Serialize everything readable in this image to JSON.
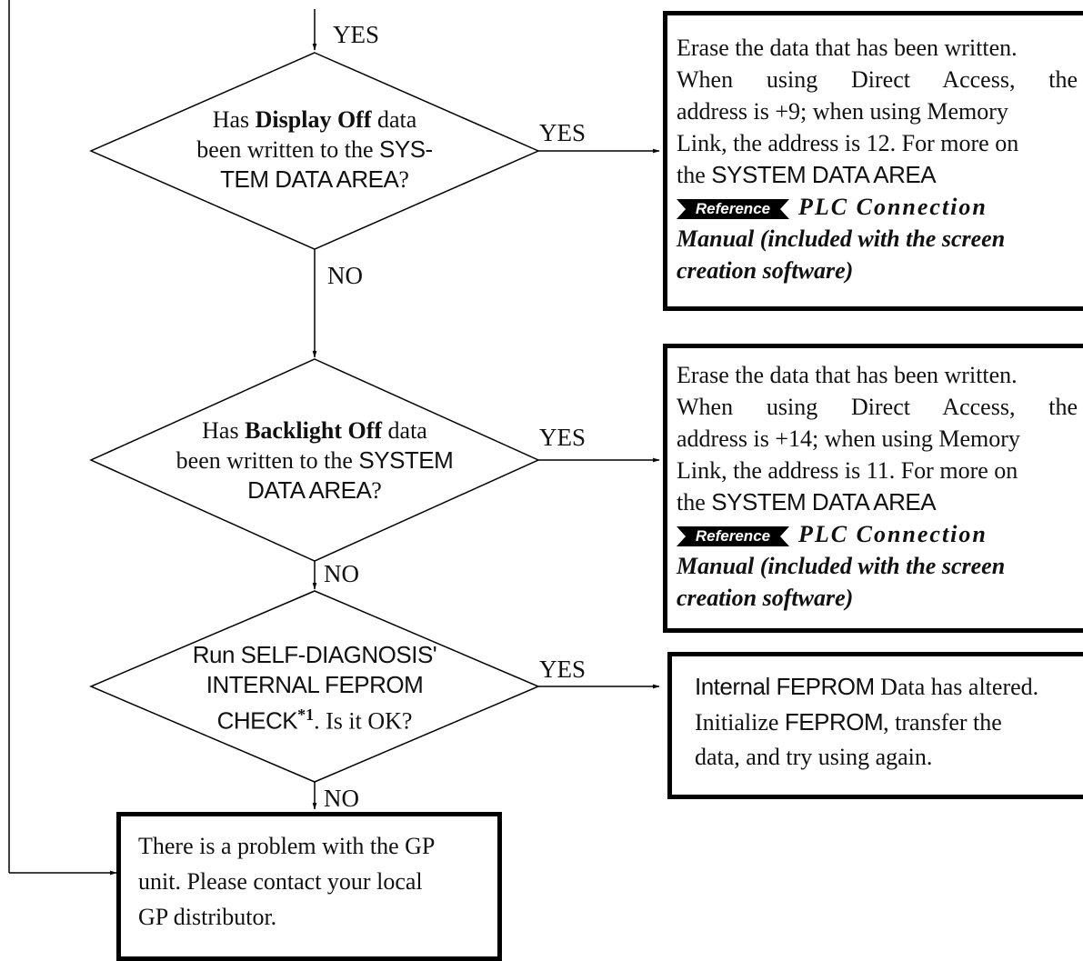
{
  "flow": {
    "yes_label": "YES",
    "no_label": "NO"
  },
  "decisions": [
    {
      "id": "display-off",
      "line1_pre": "Has ",
      "line1_bold": "Display Off",
      "line1_post": " data",
      "line2_serif": "been written to the ",
      "line2_sans": "SYS-",
      "line3_sans": "TEM DATA AREA",
      "line3_serif": "?"
    },
    {
      "id": "backlight-off",
      "line1_pre": "Has ",
      "line1_bold": "Backlight Off",
      "line1_post": " data",
      "line2_serif": "been written to the ",
      "line2_sans": "SYSTEM",
      "line3_sans": "DATA AREA",
      "line3_serif": "?"
    },
    {
      "id": "feprom-check",
      "line1_sans": "Run SELF-DIAGNOSIS'",
      "line2_sans": "INTERNAL FEPROM",
      "line3_sans": "CHECK",
      "line3_footnote": "*1",
      "line3_serif": ".  Is it OK?"
    }
  ],
  "actions": [
    {
      "id": "erase-display",
      "line1": "Erase the data that has been written.",
      "line2": "When using Direct Access, the",
      "line3": "address is +9; when using Memory",
      "line4": "Link, the address is 12.  For more on",
      "line5_serif": "the ",
      "line5_sans": "SYSTEM DATA AREA",
      "ref_badge": "Reference",
      "ref_line1": "PLC Connection",
      "ref_line2": "Manual (included with the screen",
      "ref_line3": "creation software)"
    },
    {
      "id": "erase-backlight",
      "line1": "Erase the data that has been written.",
      "line2": "When using Direct Access, the",
      "line3": "address is +14; when using Memory",
      "line4": "Link, the address is 11.  For more on",
      "line5_serif": "the ",
      "line5_sans": "SYSTEM DATA AREA",
      "ref_badge": "Reference",
      "ref_line1": "PLC Connection",
      "ref_line2": "Manual (included with the screen",
      "ref_line3": "creation software)"
    },
    {
      "id": "feprom-altered",
      "line1_sans": "Internal FEPROM",
      "line1_serif": " Data has altered.",
      "line2_serif": "Initialize ",
      "line2_sans": "FEPROM",
      "line2_post": ", transfer the",
      "line3": "data, and try using again."
    }
  ],
  "terminal": {
    "line1": "There is a problem with the GP",
    "line2": "unit.  Please contact your local",
    "line3": "GP distributor."
  }
}
